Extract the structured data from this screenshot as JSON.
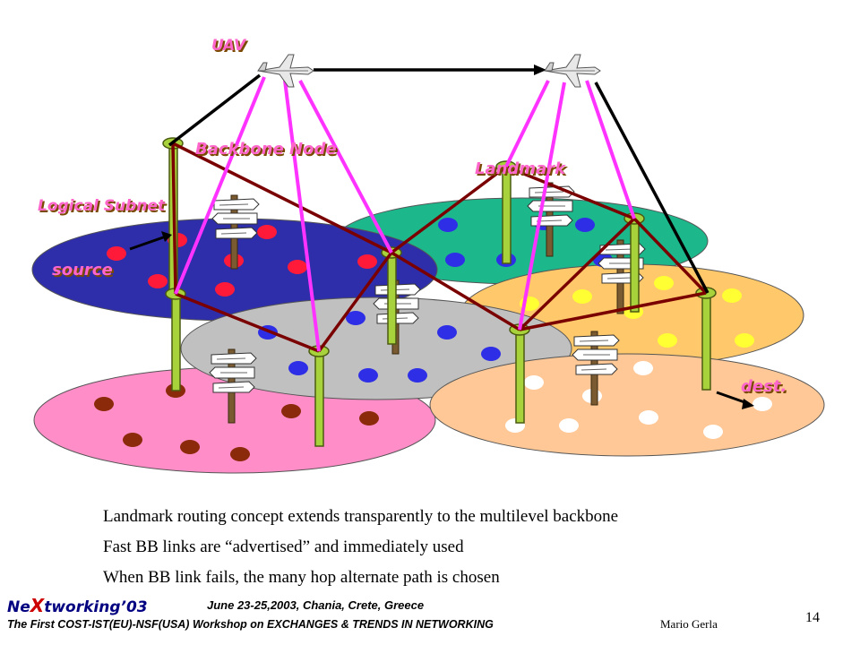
{
  "diagram": {
    "labels": {
      "uav": "UAV",
      "backbone_node": "Backbone Node",
      "landmark": "Landmark",
      "logical_subnet": "Logical Subnet",
      "source": "source",
      "dest": "dest."
    },
    "colors": {
      "subnet_blue": "#2e2eaa",
      "subnet_green": "#1cb88c",
      "subnet_yellow": "#ffc86a",
      "subnet_gray": "#c0c0c0",
      "subnet_pink": "#ff8ec8",
      "subnet_peach": "#ffc896",
      "uav_link": "#ff33ff",
      "backbone_link": "#7a0000",
      "label_text": "#ff66cc",
      "label_shadow": "#7a4a00"
    }
  },
  "bullets": [
    "Landmark routing concept extends transparently to the multilevel backbone",
    "Fast BB links are “advertised” and immediately used",
    "When BB link fails, the  many hop alternate path is chosen"
  ],
  "footer": {
    "conf_prefix": "Ne",
    "conf_x": "X",
    "conf_suffix": "tworking’03",
    "dates": "June 23-25,2003, Chania, Crete, Greece",
    "subtitle": "The First COST-IST(EU)-NSF(USA) Workshop on EXCHANGES & TRENDS IN NETWORKING",
    "author": "Mario Gerla",
    "page_number": "14"
  }
}
